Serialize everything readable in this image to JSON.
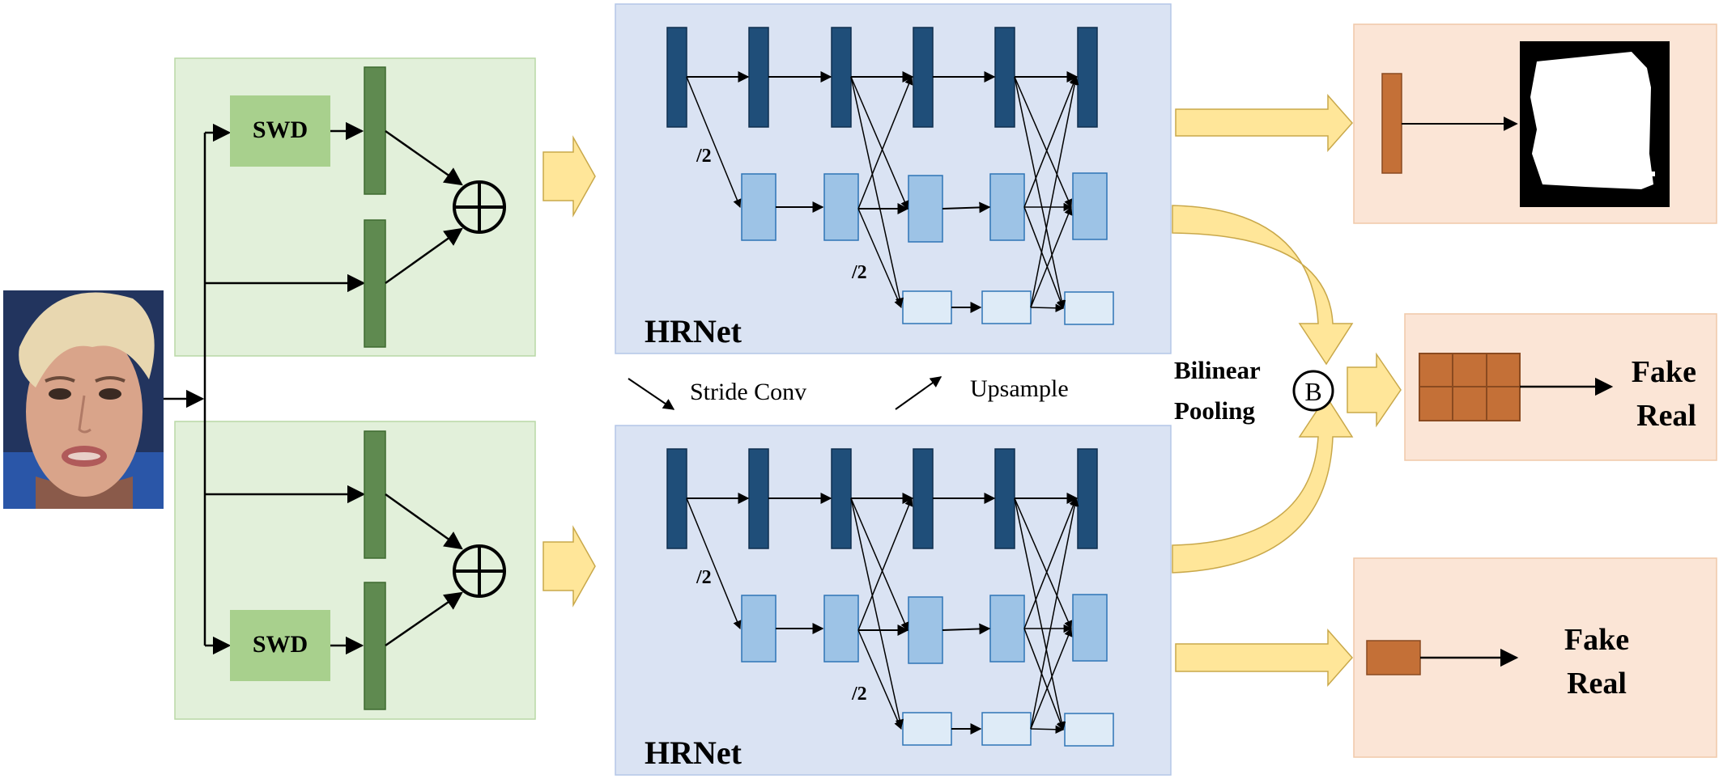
{
  "colors": {
    "green_panel": "#e2f0da",
    "green_border": "#b9d8a6",
    "swd_box": "#a8d08d",
    "dark_green_bar": "#5f8a50",
    "blue_panel": "#dae3f3",
    "dark_blue": "#1f4e79",
    "mid_blue": "#9dc3e6",
    "light_blue": "#deebf7",
    "peach_panel": "#fbe5d6",
    "brown": "#c55a11",
    "yellow_arrow": "#ffe699"
  },
  "input": {
    "image_icon": "face-photo-icon"
  },
  "branches": {
    "top": {
      "swd_label": "SWD",
      "add_symbol": "⊕"
    },
    "bottom": {
      "swd_label": "SWD",
      "add_symbol": "⊕"
    }
  },
  "hrnet": {
    "top": {
      "title": "HRNet",
      "downsample_1": "/2",
      "downsample_2": "/2"
    },
    "bottom": {
      "title": "HRNet",
      "downsample_1": "/2",
      "downsample_2": "/2"
    }
  },
  "legend": {
    "stride_conv": "Stride Conv",
    "upsample": "Upsample"
  },
  "fusion": {
    "label_line1": "Bilinear",
    "label_line2": "Pooling",
    "symbol": "B"
  },
  "outputs": {
    "mask": {
      "icon": "mask-image-icon"
    },
    "middle": {
      "fake": "Fake",
      "real": "Real"
    },
    "bottom": {
      "fake": "Fake",
      "real": "Real"
    }
  }
}
